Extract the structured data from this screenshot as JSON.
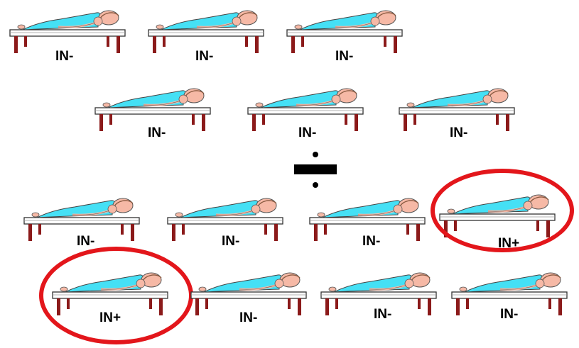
{
  "colors": {
    "sheet": "#45e0f5",
    "skin": "#f6b9a6",
    "table_leg": "#8b1a1a",
    "highlight": "#e3161b"
  },
  "beds": [
    {
      "label": "IN-"
    },
    {
      "label": "IN-"
    },
    {
      "label": "IN-"
    },
    {
      "label": "IN-"
    },
    {
      "label": "IN-"
    },
    {
      "label": "IN-"
    },
    {
      "label": "IN-"
    },
    {
      "label": "IN-"
    },
    {
      "label": "IN-"
    },
    {
      "label": "IN+",
      "highlighted": true
    },
    {
      "label": "IN+",
      "highlighted": true
    },
    {
      "label": "IN-"
    },
    {
      "label": "IN-"
    },
    {
      "label": "IN-"
    }
  ],
  "icons": [
    "patient-on-table-icon",
    "division-sign-icon"
  ]
}
